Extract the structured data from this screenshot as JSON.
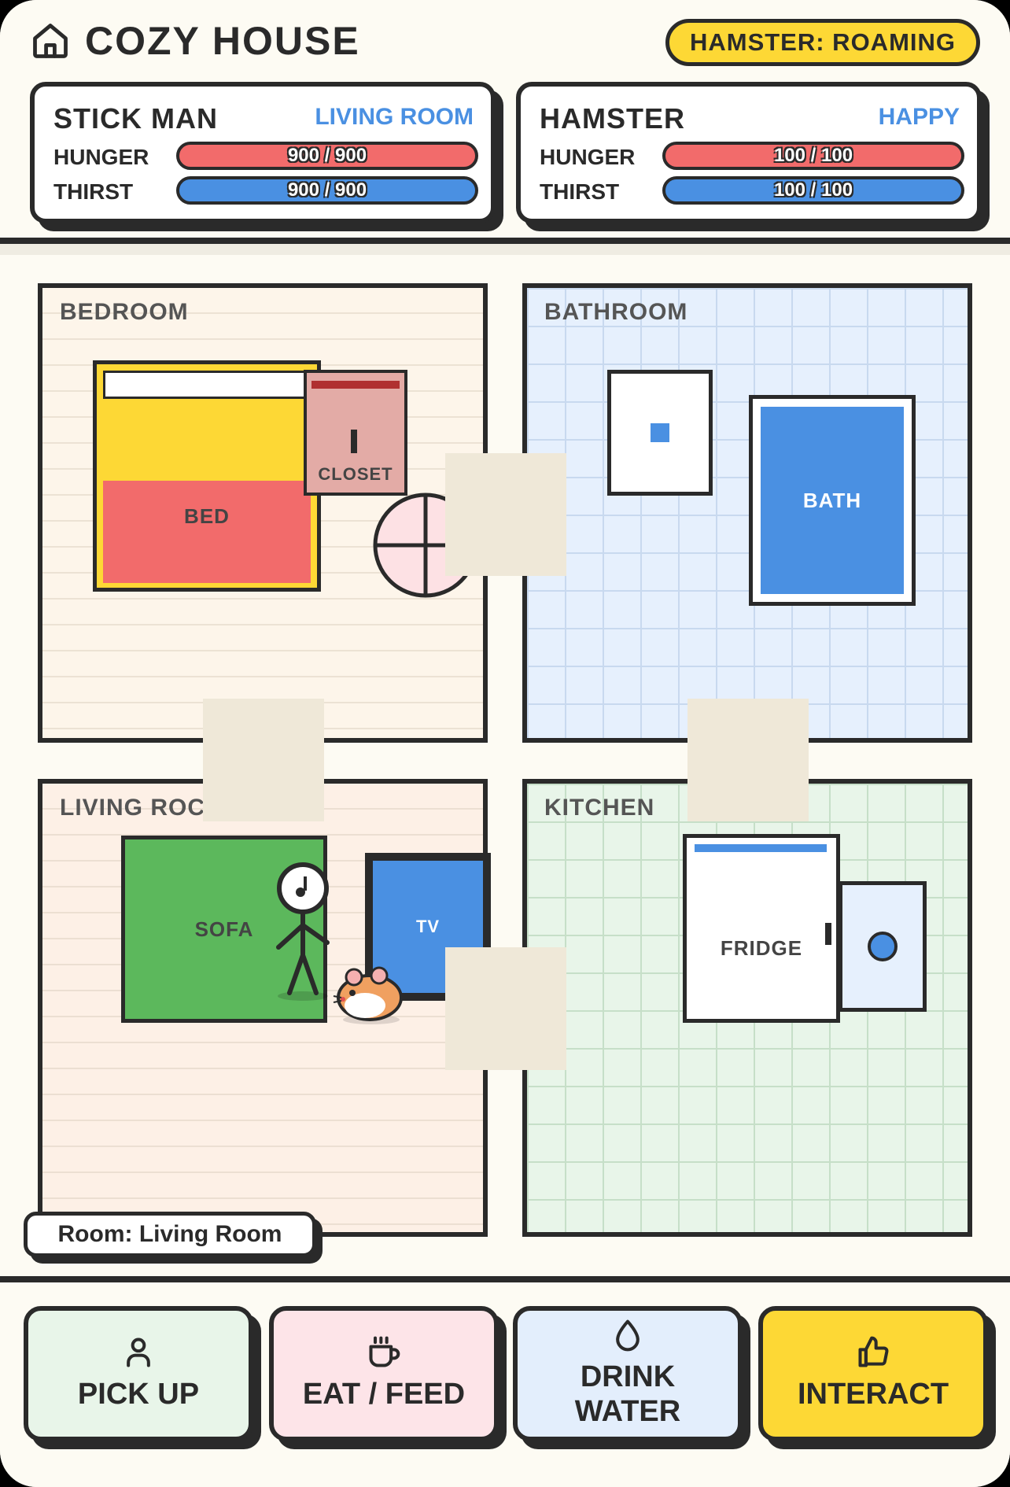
{
  "header": {
    "title": "COZY HOUSE",
    "status": "HAMSTER: ROAMING"
  },
  "cards": {
    "stickman": {
      "name": "STICK MAN",
      "location": "LIVING ROOM",
      "hunger_label": "HUNGER",
      "hunger_value": "900 / 900",
      "thirst_label": "THIRST",
      "thirst_value": "900 / 900"
    },
    "hamster": {
      "name": "HAMSTER",
      "mood": "HAPPY",
      "hunger_label": "HUNGER",
      "hunger_value": "100 / 100",
      "thirst_label": "THIRST",
      "thirst_value": "100 / 100"
    }
  },
  "rooms": {
    "bedroom": "BEDROOM",
    "bathroom": "BATHROOM",
    "living": "LIVING ROC",
    "kitchen": "KITCHEN"
  },
  "furniture": {
    "bed": "BED",
    "closet": "CLOSET",
    "bath": "BATH",
    "sofa": "SOFA",
    "tv": "TV",
    "fridge": "FRIDGE"
  },
  "current_room": "Room: Living Room",
  "actions": {
    "pick_up": "PICK UP",
    "eat_feed": "EAT / FEED",
    "drink_line1": "DRINK",
    "drink_line2": "WATER",
    "interact": "INTERACT"
  },
  "colors": {
    "accent_yellow": "#fdd835",
    "hunger_red": "#f26b6b",
    "thirst_blue": "#4a90e2",
    "ink": "#2a2a2a"
  },
  "icons": [
    "home-icon",
    "person-icon",
    "coffee-cup-icon",
    "water-drop-icon",
    "thumbs-up-icon"
  ]
}
